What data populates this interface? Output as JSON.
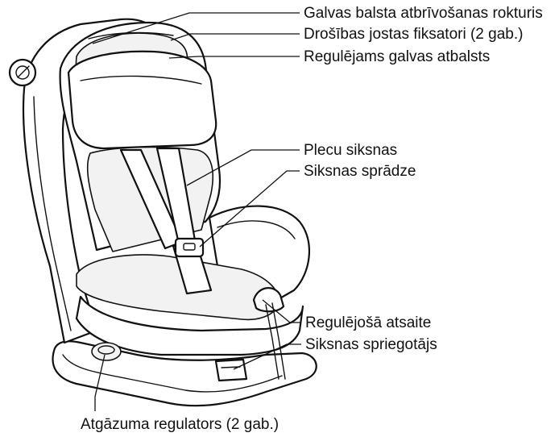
{
  "labels": {
    "headrest_release": "Galvas balsta atbrīvošanas rokturis",
    "belt_locks": "Drošības jostas fiksatori (2 gab.)",
    "adjustable_headrest": "Regulējams galvas atbalsts",
    "shoulder_straps": "Plecu siksnas",
    "buckle": "Siksnas sprādze",
    "adjuster_strap": "Regulējošā atsaite",
    "tensioner": "Siksnas spriegotājs",
    "recline_adjusters": "Atgāzuma regulators (2 gab.)"
  },
  "colors": {
    "line": "#111111",
    "background": "#ffffff"
  }
}
